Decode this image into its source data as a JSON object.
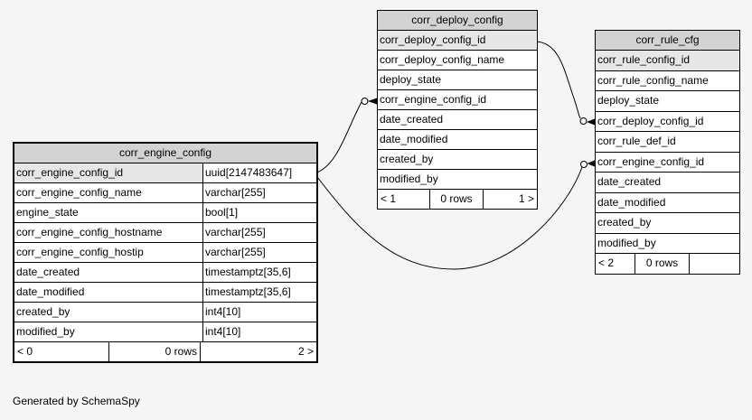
{
  "footer_note": "Generated by SchemaSpy",
  "colors": {
    "background": "#f5f5f5",
    "header_bg": "#d3d3d3",
    "pk_row_bg": "#e7e7e7",
    "row_bg": "#ffffff",
    "line": "#000000"
  },
  "tables": {
    "engine": {
      "title": "corr_engine_config",
      "columns": [
        {
          "name": "corr_engine_config_id",
          "type": "uuid[2147483647]"
        },
        {
          "name": "corr_engine_config_name",
          "type": "varchar[255]"
        },
        {
          "name": "engine_state",
          "type": "bool[1]"
        },
        {
          "name": "corr_engine_config_hostname",
          "type": "varchar[255]"
        },
        {
          "name": "corr_engine_config_hostip",
          "type": "varchar[255]"
        },
        {
          "name": "date_created",
          "type": "timestamptz[35,6]"
        },
        {
          "name": "date_modified",
          "type": "timestamptz[35,6]"
        },
        {
          "name": "created_by",
          "type": "int4[10]"
        },
        {
          "name": "modified_by",
          "type": "int4[10]"
        }
      ],
      "nav": {
        "prev": "< 0",
        "rows": "0 rows",
        "next": "2 >"
      }
    },
    "deploy": {
      "title": "corr_deploy_config",
      "columns": [
        "corr_deploy_config_id",
        "corr_deploy_config_name",
        "deploy_state",
        "corr_engine_config_id",
        "date_created",
        "date_modified",
        "created_by",
        "modified_by"
      ],
      "nav": {
        "prev": "< 1",
        "rows": "0 rows",
        "next": "1 >"
      }
    },
    "rule": {
      "title": "corr_rule_cfg",
      "columns": [
        "corr_rule_config_id",
        "corr_rule_config_name",
        "deploy_state",
        "corr_deploy_config_id",
        "corr_rule_def_id",
        "corr_engine_config_id",
        "date_created",
        "date_modified",
        "created_by",
        "modified_by"
      ],
      "nav": {
        "prev": "< 2",
        "rows": "0 rows",
        "next": ""
      }
    }
  },
  "relationships": [
    {
      "from": "corr_engine_config.corr_engine_config_id",
      "to": "corr_deploy_config.corr_engine_config_id"
    },
    {
      "from": "corr_engine_config.corr_engine_config_id",
      "to": "corr_rule_cfg.corr_engine_config_id"
    },
    {
      "from": "corr_deploy_config.corr_deploy_config_id",
      "to": "corr_rule_cfg.corr_deploy_config_id"
    }
  ]
}
